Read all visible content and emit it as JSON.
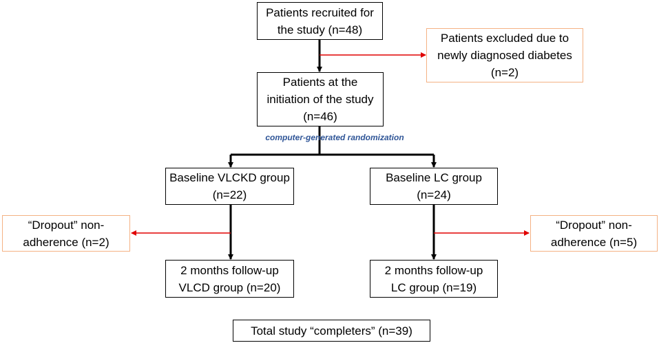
{
  "colors": {
    "main_border": "#000000",
    "exclusion_border": "#f4b183",
    "exclusion_arrow": "#e00000",
    "randomization_text": "#2f5597"
  },
  "boxes": {
    "recruited": {
      "line1": "Patients recruited for",
      "line2": "the study (n=48)"
    },
    "excluded_diabetes": {
      "line1": "Patients excluded due to",
      "line2": "newly diagnosed diabetes",
      "line3": "(n=2)"
    },
    "initiation": {
      "line1": "Patients at the",
      "line2": "initiation of the study",
      "line3": "(n=46)"
    },
    "baseline_vlckd": {
      "line1": "Baseline VLCKD group",
      "line2": "(n=22)"
    },
    "baseline_lc": {
      "line1": "Baseline LC group",
      "line2": "(n=24)"
    },
    "dropout_vlckd": {
      "line1": "“Dropout” non-",
      "line2": "adherence (n=2)"
    },
    "dropout_lc": {
      "line1": "“Dropout” non-",
      "line2": "adherence (n=5)"
    },
    "followup_vlcd": {
      "line1": "2 months follow-up",
      "line2": "VLCD group (n=20)"
    },
    "followup_lc": {
      "line1": "2 months follow-up",
      "line2": "LC group (n=19)"
    },
    "completers": {
      "line1": "Total study “completers” (n=39)"
    }
  },
  "randomization_label": "computer-generated randomization"
}
